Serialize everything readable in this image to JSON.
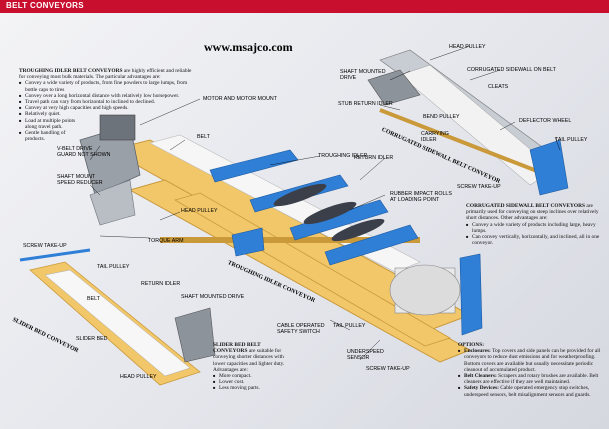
{
  "header": {
    "title": "BELT CONVEYORS",
    "url": "www.msajco.com"
  },
  "troughing": {
    "title": "TROUGHING IDLER BELT CONVEYORS",
    "intro": "are highly efficient and reliable for conveying most bulk materials. The particular advantages are:",
    "items": [
      "Convey a wide variety of products, from fine powders to large lumps, from bottle caps to tires",
      "Convey over a long horizontal distance with relatively low horsepower.",
      "Travel path can vary from horizontal to inclined to declined.",
      "Convey at very high capacities and high speeds.",
      "Relatively quiet.",
      "Load at multiple points along travel path.",
      "Gentle handling of products."
    ]
  },
  "corrugated": {
    "title": "CORRUGATED SIDEWALL BELT CONVEYORS",
    "intro": "are primarily used for conveying on steep inclines over relatively short distances. Other advantages are:",
    "items": [
      "Convey a wide variety of products including large, heavy lumps.",
      "Can convey vertically, horizontally, and inclined, all in one conveyor."
    ]
  },
  "slider": {
    "title": "SLIDER BED BELT CONVEYORS",
    "intro": "are suitable for conveying shorter distances with lower capacities and lighter duty.",
    "adv_title": "Advantages are:",
    "items": [
      "More compact.",
      "Lower cost.",
      "Less moving parts."
    ]
  },
  "options": {
    "title": "OPTIONS:",
    "items": [
      {
        "head": "Enclosures:",
        "text": "Top covers and side panels can be provided for all conveyors to reduce dust emissions and for weatherproofing.  Bottom covers are available but usually necessitate periodic cleanout of accumulated product."
      },
      {
        "head": "Belt Cleaners:",
        "text": "Scrapers and rotary brushes are available. Belt cleaners are effective if they are well maintained."
      },
      {
        "head": "Safety Devices:",
        "text": "Cable operated emergency stop switches, underspeed sensors, belt misalignment sensors and guards."
      }
    ]
  },
  "labels": {
    "motor_mount": "MOTOR AND MOTOR MOUNT",
    "belt_top": "BELT",
    "troughing_idler": "TROUGHING IDLER",
    "vbelt_guard": "V-BELT DRIVE\nGUARD NOT SHOWN",
    "shaft_reducer": "SHAFT MOUNT\nSPEED REDUCER",
    "return_idler_top": "RETURN IDLER",
    "rubber_impact": "RUBBER IMPACT ROLLS\nAT LOADING POINT",
    "head_pulley_main": "HEAD PULLEY",
    "torque_arm": "TORQUE ARM",
    "screw_takeup_left": "SCREW TAKE-UP",
    "tail_pulley_left": "TAIL PULLEY",
    "belt_left": "BELT",
    "return_idler_left": "RETURN IDLER",
    "shaft_drive_left": "SHAFT MOUNTED DRIVE",
    "slider_bed": "SLIDER BED",
    "head_pulley_left": "HEAD PULLEY",
    "cable_switch": "CABLE OPERATED\nSAFETY SWITCH",
    "tail_pulley_main": "TAIL PULLEY",
    "underspeed": "UNDERSPEED\nSENSOR",
    "screw_takeup_main": "SCREW TAKE-UP",
    "head_pulley_right": "HEAD PULLEY",
    "shaft_drive_right": "SHAFT MOUNTED\nDRIVE",
    "corrugated_belt": "CORRUGATED SIDEWALL ON BELT",
    "cleats": "CLEATS",
    "stub_return": "STUB RETURN IDLER",
    "bend_pulley": "BEND PULLEY",
    "deflector": "DEFLECTOR WHEEL",
    "carrying_idler": "CARRYING\nIDLER",
    "tail_pulley_right": "TAIL PULLEY",
    "screw_takeup_right": "SCREW TAKE-UP"
  },
  "rotated": {
    "troughing": "TROUGHING IDLER CONVEYOR",
    "corrugated": "CORRUGATED SIDEWALL BELT CONVEYOR",
    "slider": "SLIDER BED CONVEYOR"
  },
  "colors": {
    "frame": "#f1c76a",
    "frame_edge": "#c9993a",
    "idler": "#2f7fd6",
    "roll": "#3a3f4a",
    "belt": "#f2f2f2",
    "header": "#c8102e"
  }
}
